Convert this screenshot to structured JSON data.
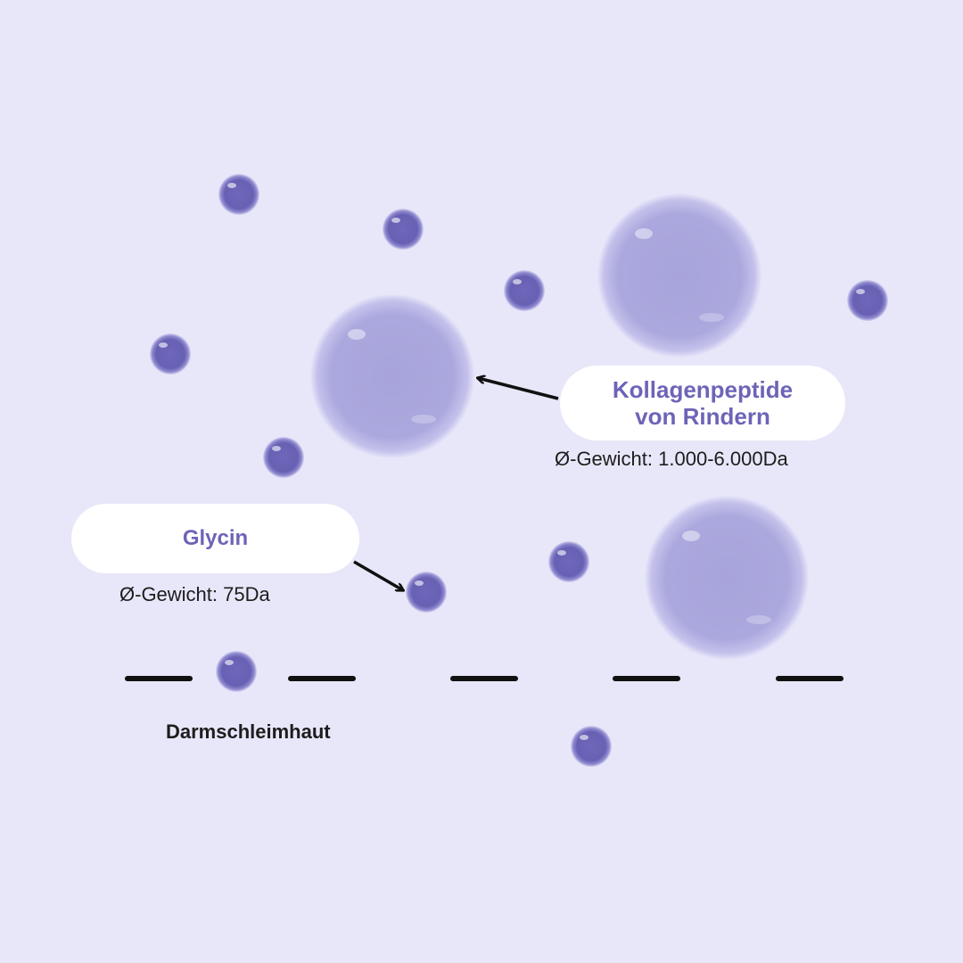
{
  "labels": {
    "kollagen_line1": "Kollagenpeptide",
    "kollagen_line2": "von Rindern",
    "kollagen_weight": "Ø-Gewicht: 1.000-6.000Da",
    "glycin": "Glycin",
    "glycin_weight": "Ø-Gewicht: 75Da",
    "membrane": "Darmschleimhaut"
  },
  "colors": {
    "background": "#e8e7f9",
    "accent_text": "#6d64b8",
    "small_bubble": "#6a63b6",
    "large_bubble": "#a9a6dc",
    "line": "#111111"
  }
}
